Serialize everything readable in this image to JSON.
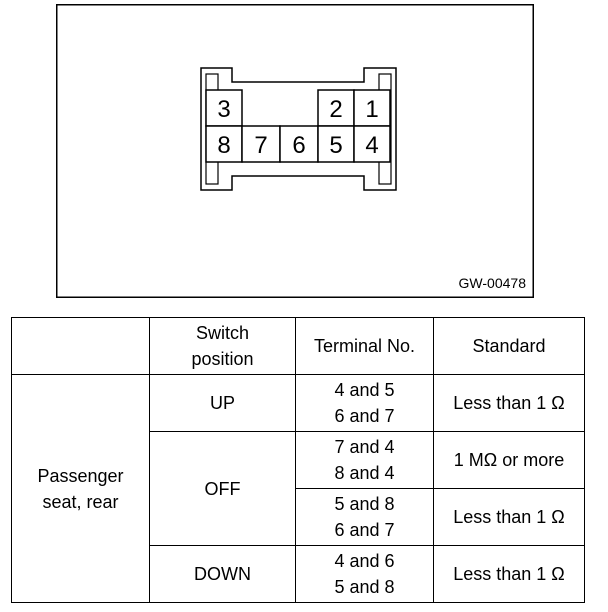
{
  "figure": {
    "code": "GW-00478",
    "terminals": [
      "3",
      "2",
      "1",
      "8",
      "7",
      "6",
      "5",
      "4"
    ]
  },
  "table": {
    "headers": {
      "blank": "",
      "switch_position": [
        "Switch",
        "position"
      ],
      "terminal_no": "Terminal No.",
      "standard": "Standard"
    },
    "item": [
      "Passenger",
      "seat, rear"
    ],
    "rows": [
      {
        "position": "UP",
        "terminals": [
          "4 and 5",
          "6 and 7"
        ],
        "standard": "Less than 1 Ω"
      },
      {
        "position": "OFF",
        "terminals": [
          "7 and 4",
          "8 and 4"
        ],
        "standard": "1 MΩ or more"
      },
      {
        "position": "",
        "terminals": [
          "5 and 8",
          "6 and 7"
        ],
        "standard": "Less than 1 Ω"
      },
      {
        "position": "DOWN",
        "terminals": [
          "4 and 6",
          "5 and 8"
        ],
        "standard": "Less than 1 Ω"
      }
    ]
  }
}
